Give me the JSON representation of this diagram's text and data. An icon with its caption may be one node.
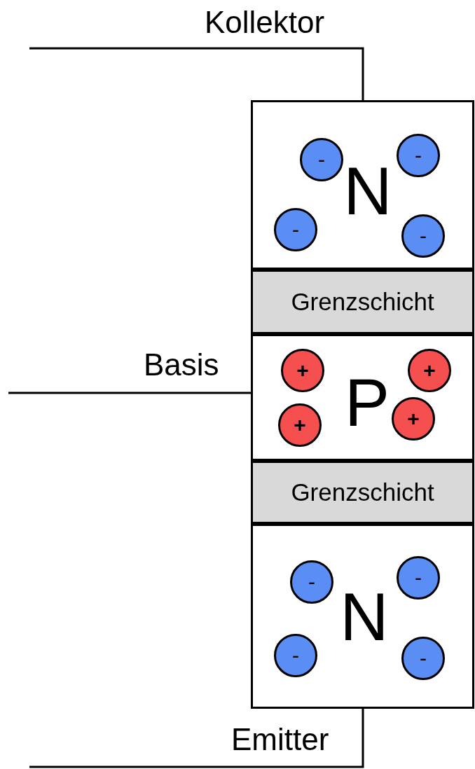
{
  "diagram": {
    "nodes": [
      {
        "text": [
          "N"
        ]
      },
      {
        "text": [
          "-"
        ],
        "in": 0
      },
      {
        "text": [
          "-"
        ],
        "in": 0
      },
      {
        "text": [
          "-"
        ],
        "in": 0
      },
      {
        "text": [
          "-"
        ],
        "in": 0
      },
      {
        "text": [
          "Grenzschicht"
        ]
      },
      {
        "text": [
          "P"
        ]
      },
      {
        "text": [
          "+"
        ],
        "in": 6
      },
      {
        "text": [
          "+"
        ],
        "in": 6
      },
      {
        "text": [
          "+"
        ],
        "in": 6
      },
      {
        "text": [
          "+"
        ],
        "in": 6
      },
      {
        "text": [
          "Grenzschicht"
        ]
      },
      {
        "text": [
          "N"
        ]
      },
      {
        "text": [
          "-"
        ],
        "in": 12
      },
      {
        "text": [
          "-"
        ],
        "in": 12
      },
      {
        "text": [
          "-"
        ],
        "in": 12
      },
      {
        "text": [
          "-"
        ],
        "in": 12
      }
    ],
    "edges": [
      {
        "from": null,
        "to": 0,
        "arrow": "none",
        "label": "Kollektor"
      },
      {
        "from": null,
        "to": 6,
        "arrow": "none",
        "label": "Basis"
      },
      {
        "from": null,
        "to": 12,
        "arrow": "none",
        "label": "Emitter"
      }
    ]
  }
}
